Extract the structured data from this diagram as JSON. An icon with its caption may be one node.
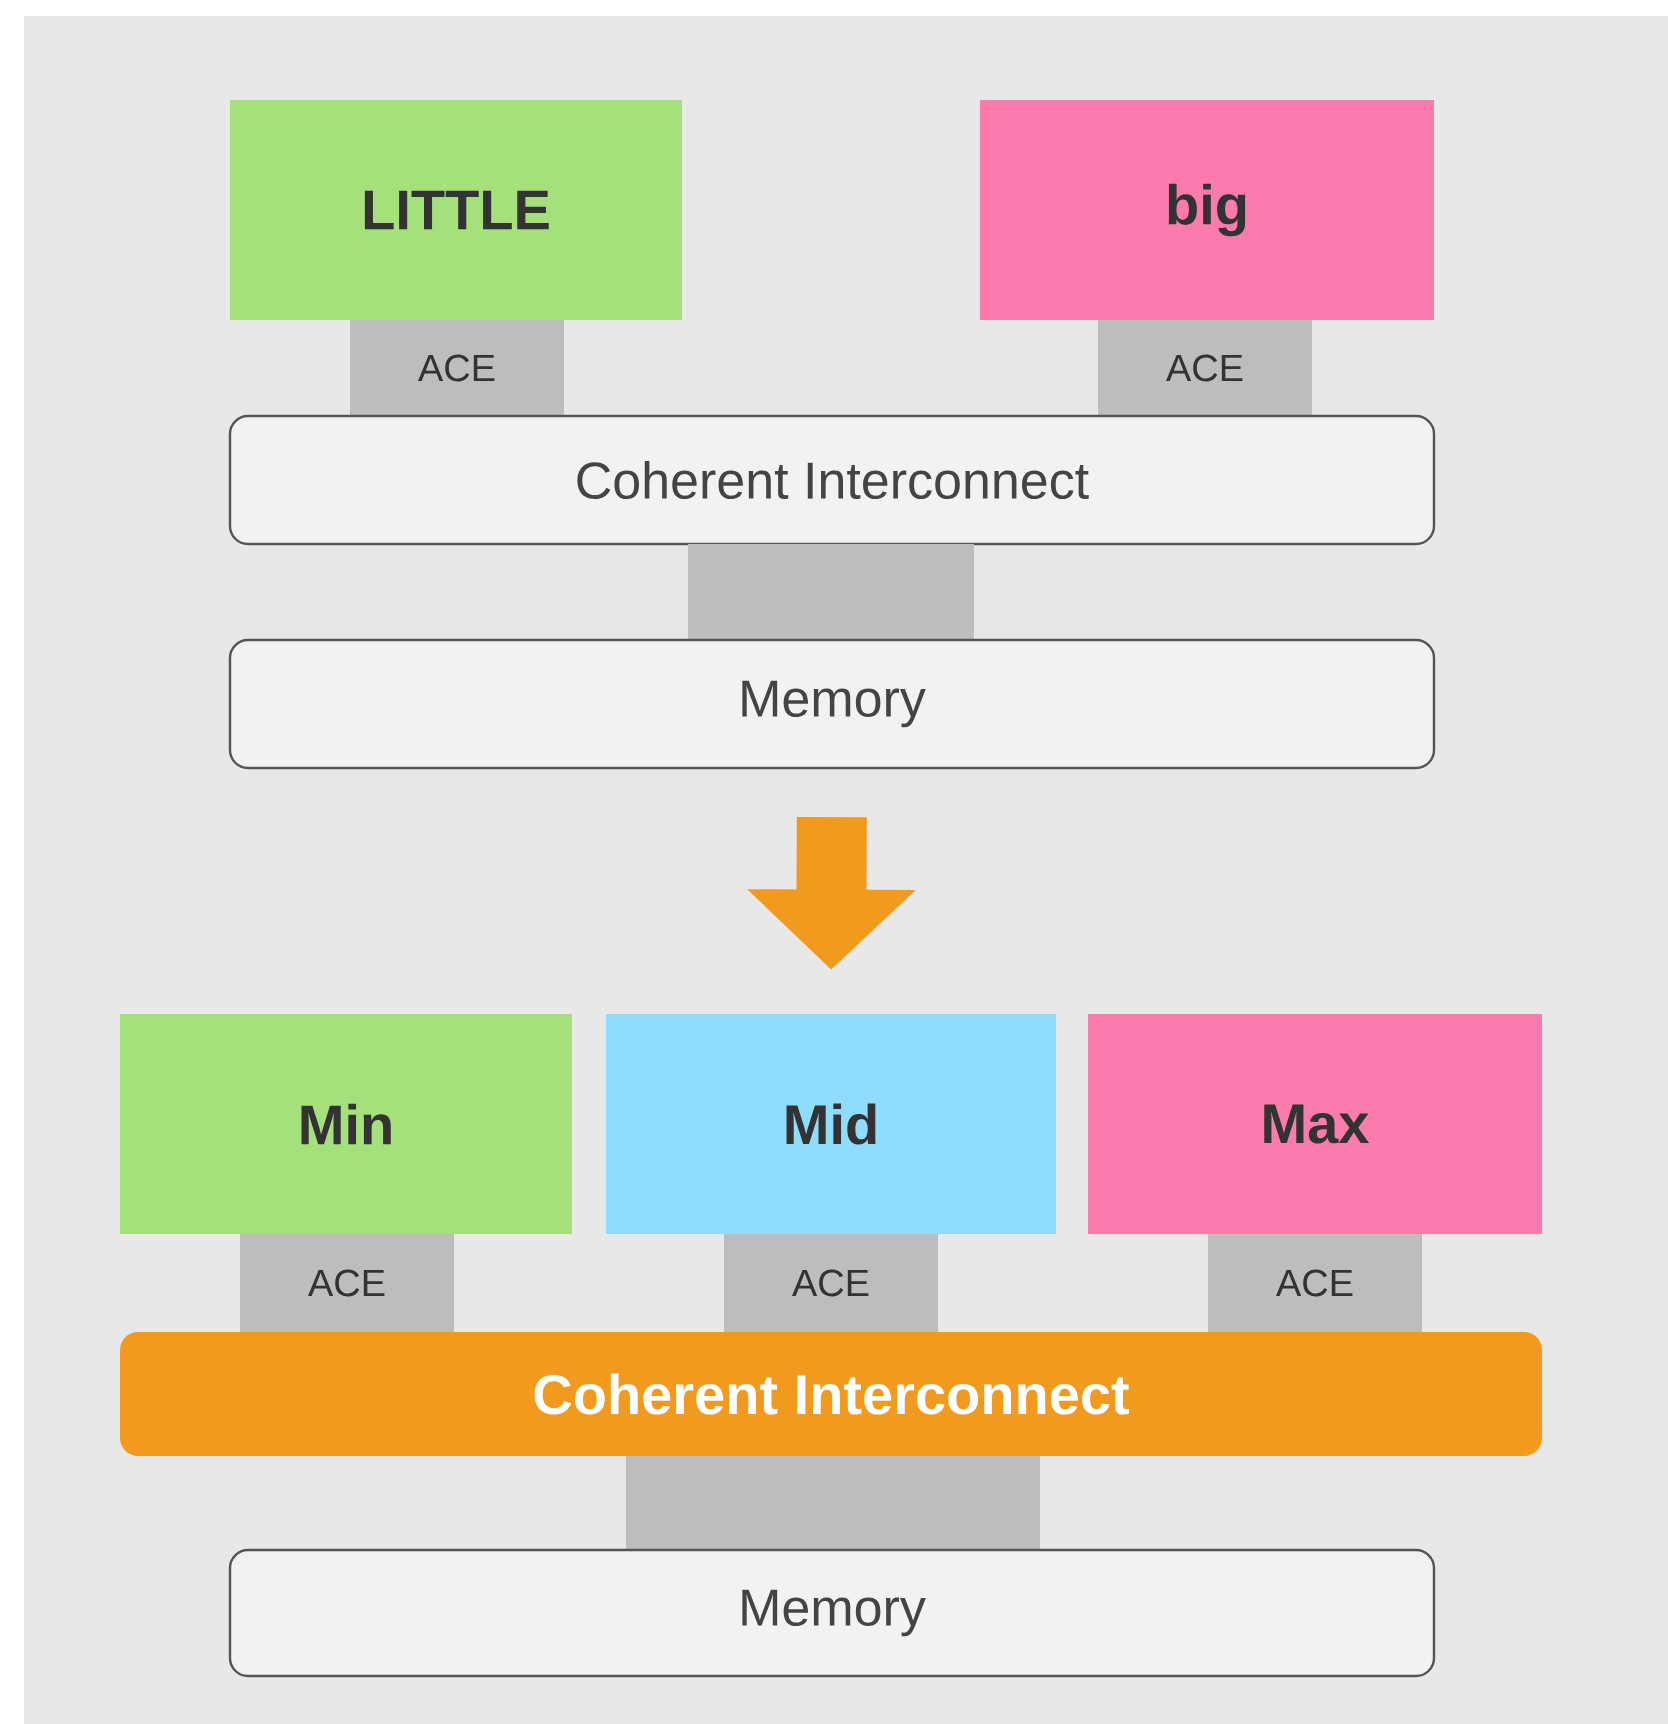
{
  "diagram": {
    "nodes": [
      {
        "text": [
          "LITTLE"
        ]
      },
      {
        "text": [
          "big"
        ]
      },
      {
        "text": [
          "ACE"
        ]
      },
      {
        "text": [
          "ACE"
        ]
      },
      {
        "text": [
          "Coherent Interconnect"
        ]
      },
      {
        "text": [],
        "shape": "box"
      },
      {
        "text": [
          "Memory"
        ]
      },
      {
        "text": [
          "Min"
        ]
      },
      {
        "text": [
          "Mid"
        ]
      },
      {
        "text": [
          "Max"
        ]
      },
      {
        "text": [
          "ACE"
        ]
      },
      {
        "text": [
          "ACE"
        ]
      },
      {
        "text": [
          "ACE"
        ]
      },
      {
        "text": [
          "Coherent Interconnect"
        ]
      },
      {
        "text": [],
        "shape": "box"
      },
      {
        "text": [
          "Memory"
        ]
      }
    ],
    "edges": [
      {
        "from": 6,
        "to": 8,
        "arrow": "to",
        "color": "#f29a1e"
      }
    ]
  }
}
